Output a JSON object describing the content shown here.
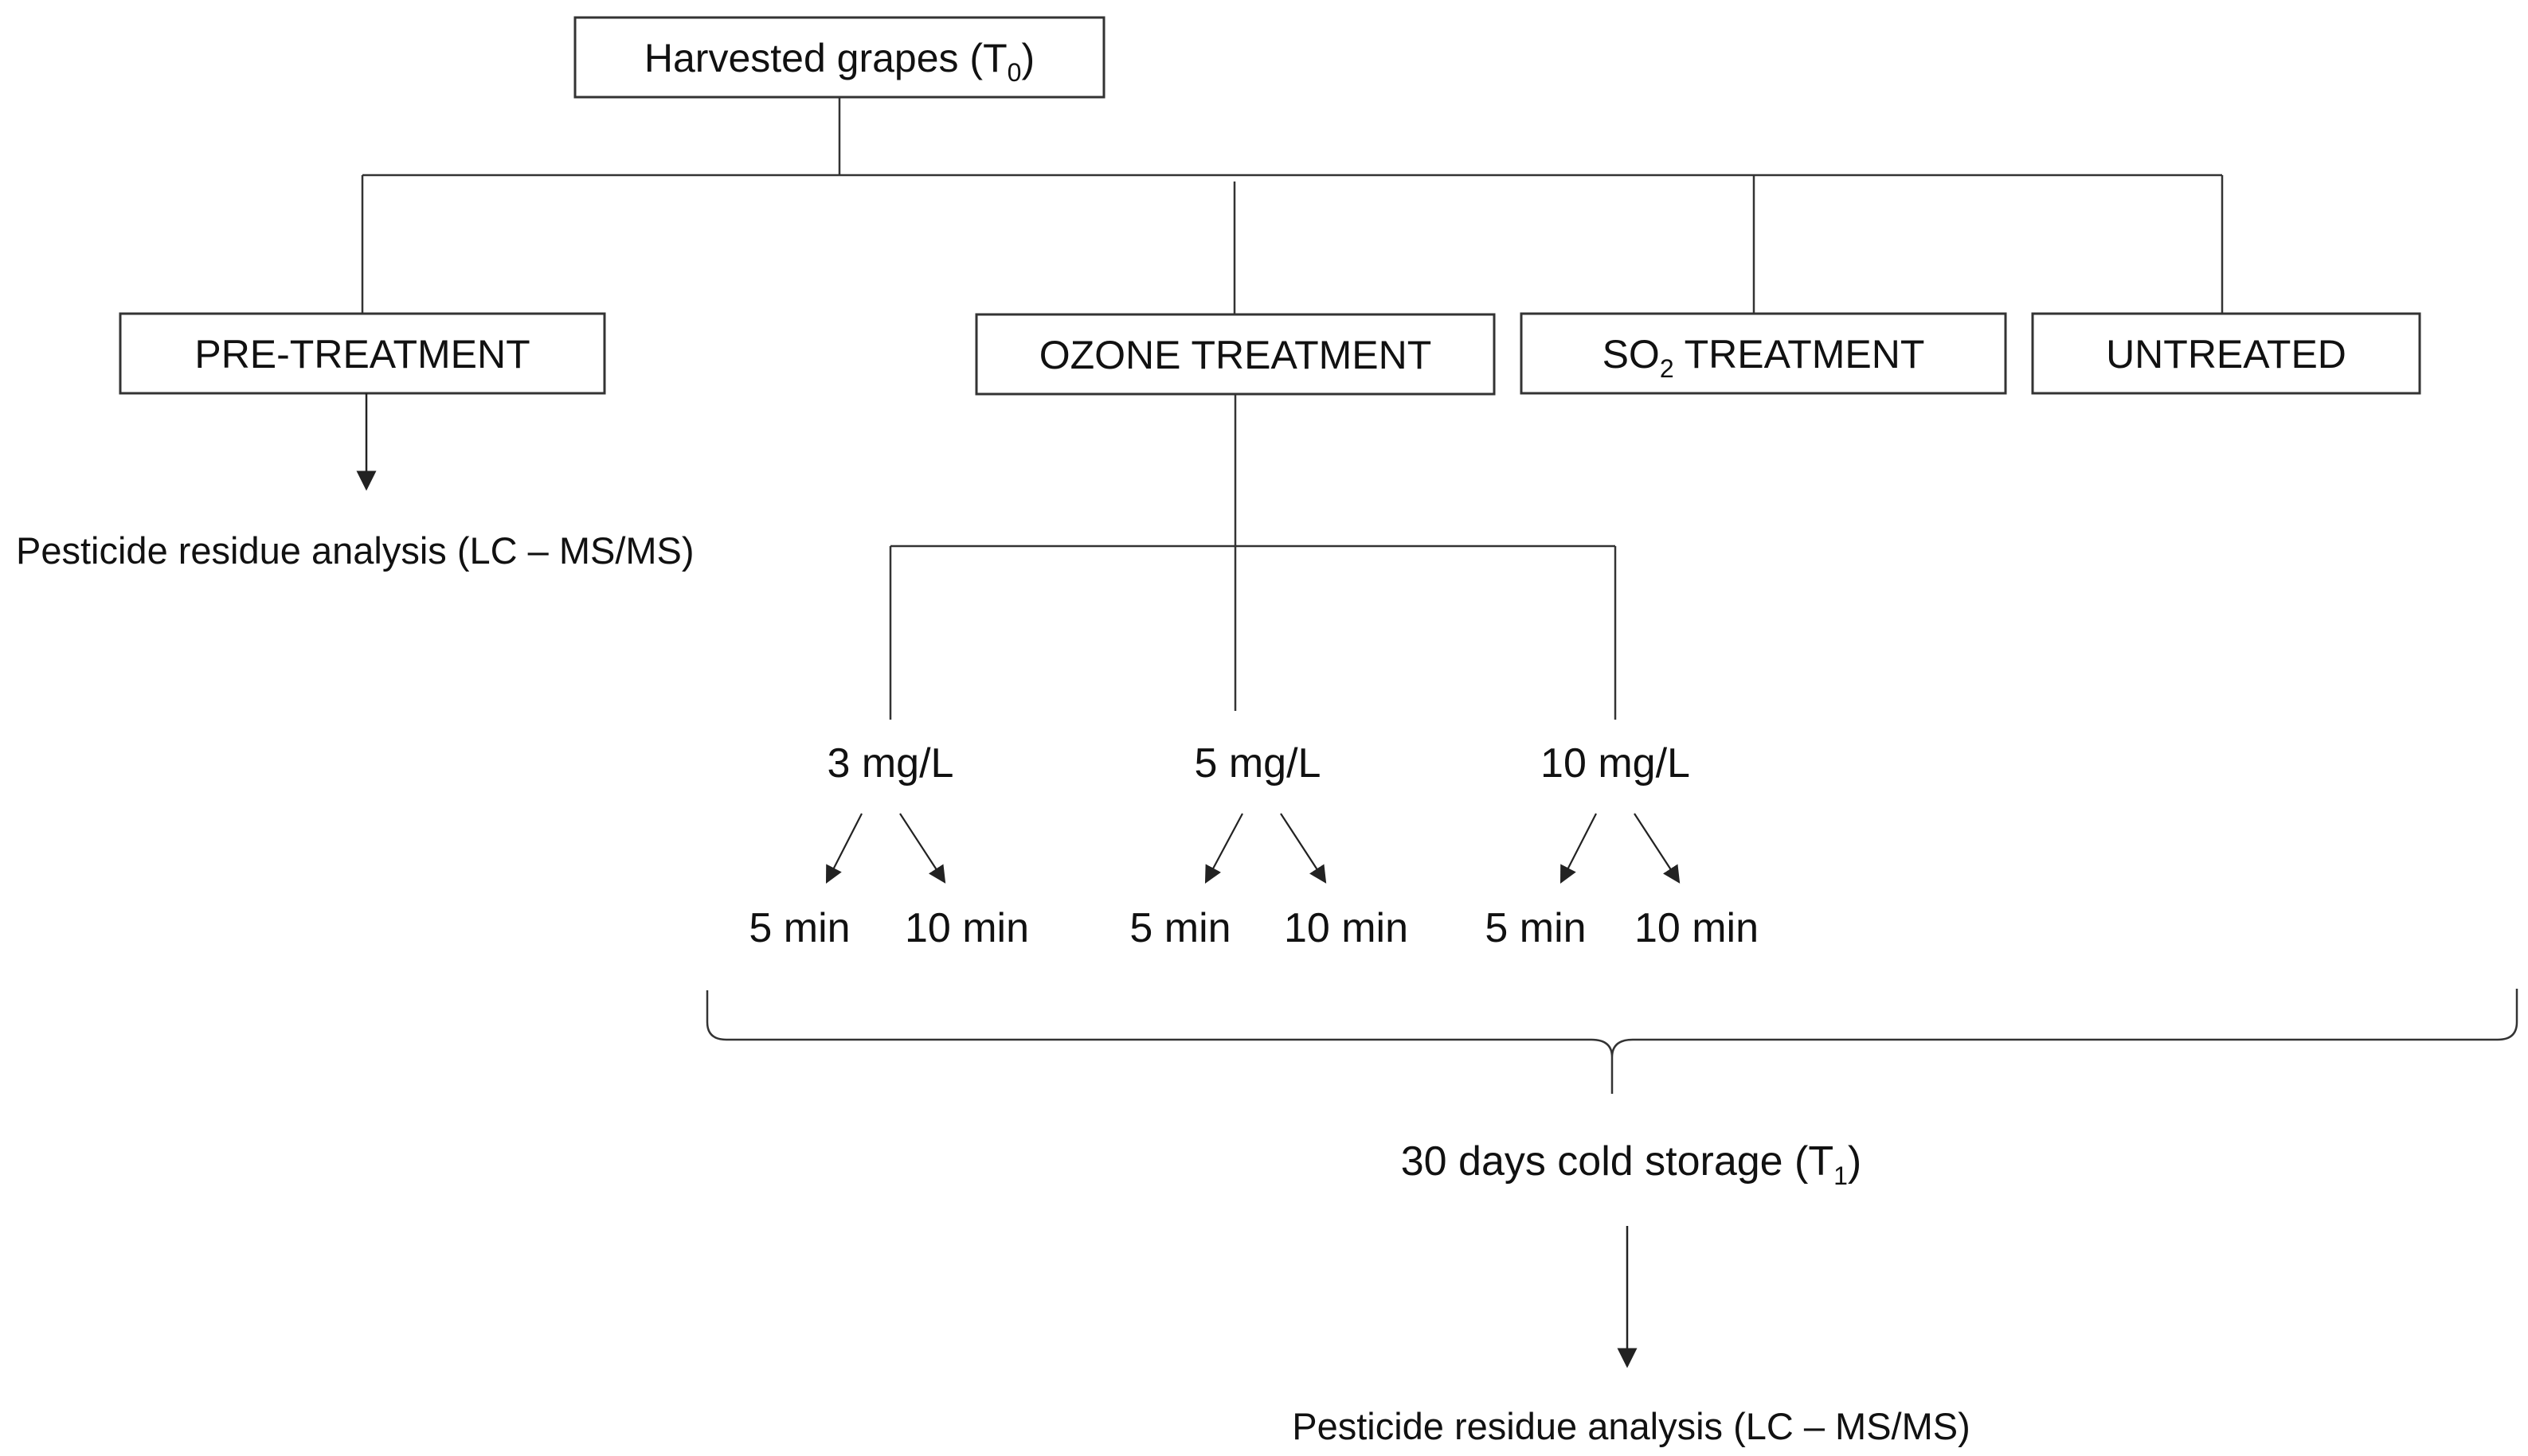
{
  "root": {
    "text": "Harvested grapes (T",
    "sub": "0",
    "close": ")"
  },
  "branches": {
    "pre": "PRE-TREATMENT",
    "ozone": "OZONE TREATMENT",
    "so2": {
      "prefix": "SO",
      "sub": "2",
      "suffix": " TREATMENT"
    },
    "untreated": "UNTREATED"
  },
  "pre_analysis": "Pesticide residue analysis (LC – MS/MS)",
  "concentrations": [
    "3 mg/L",
    "5 mg/L",
    "10 mg/L"
  ],
  "times": [
    "5 min",
    "10 min",
    "5 min",
    "10 min",
    "5 min",
    "10 min"
  ],
  "storage": {
    "text": "30 days cold storage (T",
    "sub": "1",
    "close": ")"
  },
  "final_analysis": "Pesticide residue analysis (LC – MS/MS)",
  "colors": {
    "line": "#333333",
    "text": "#111111",
    "box_border": "#333333"
  }
}
